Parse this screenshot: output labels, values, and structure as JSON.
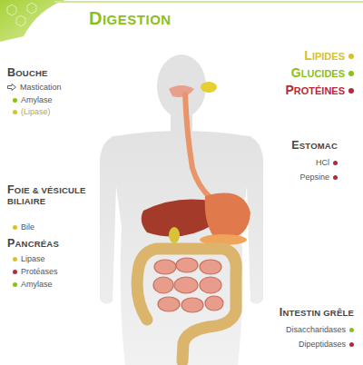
{
  "diagram": {
    "title": "DIGESTION",
    "labels": [
      "BOUCHE",
      "Mastication",
      "Amylase",
      "(Lipase)",
      "FOIE & VÉSICULE BILIAIRE",
      "Bile",
      "PANCRÉAS",
      "Lipase",
      "Protéases",
      "Amylase",
      "ESTOMAC",
      "HCl",
      "Pepsine",
      "INTESTIN GRÊLE",
      "Disaccharidases",
      "Dipeptidases"
    ],
    "legend": [
      {
        "text": "LIPIDES",
        "color": "#d6c12e"
      },
      {
        "text": "GLUCIDES",
        "color": "#8cbf1a"
      },
      {
        "text": "PROTÉINES",
        "color": "#b52a3a"
      }
    ]
  }
}
